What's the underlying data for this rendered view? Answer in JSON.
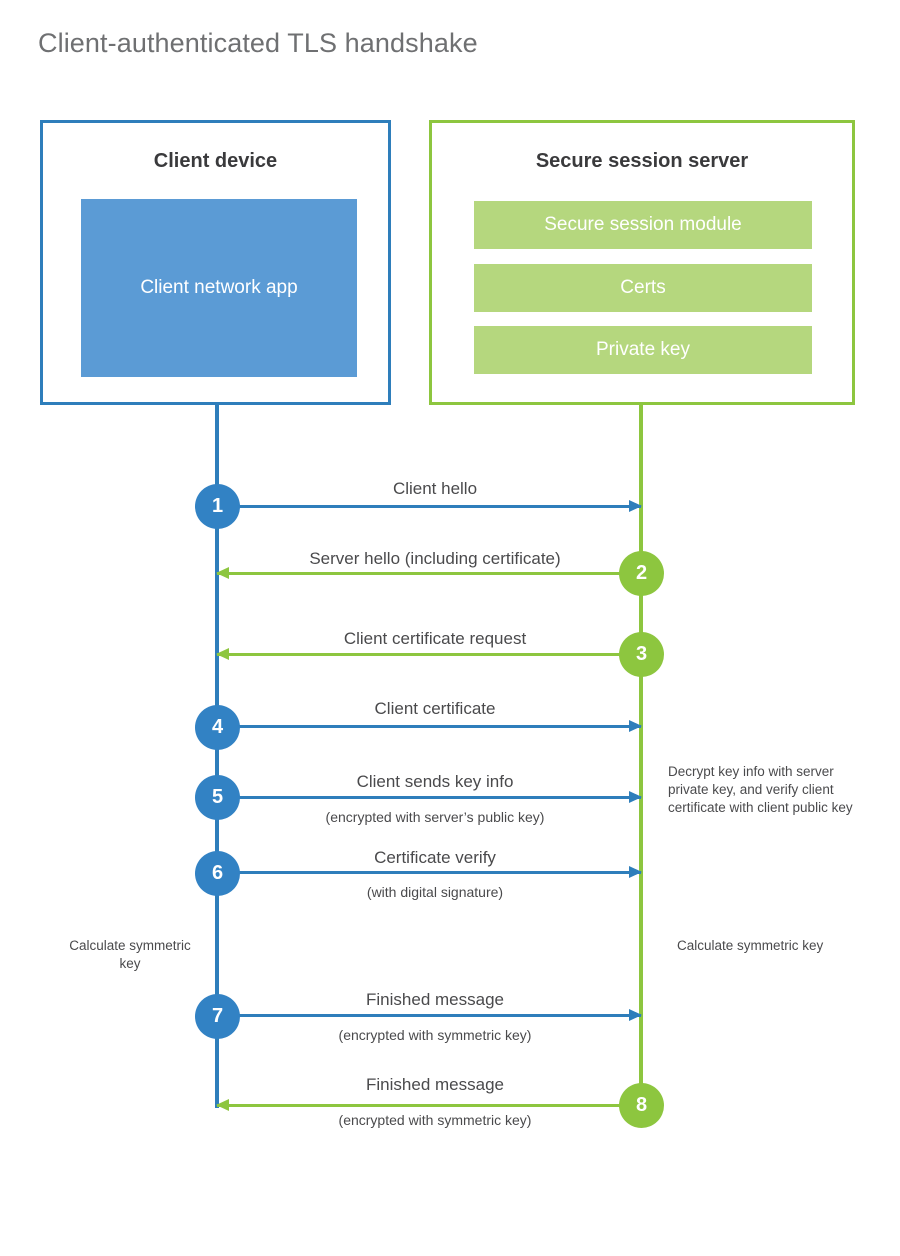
{
  "title": "Client-authenticated TLS handshake",
  "colors": {
    "client_accent": "#2e7ebb",
    "client_badge": "#3282c4",
    "client_inner": "#5b9bd5",
    "server_accent": "#8dc63f",
    "server_inner": "#b5d77e",
    "title_text": "#6f7072",
    "body_text": "#4a4a4c"
  },
  "client": {
    "title": "Client device",
    "blocks": [
      {
        "label": "Client network app"
      }
    ]
  },
  "server": {
    "title": "Secure session server",
    "blocks": [
      {
        "label": "Secure session module"
      },
      {
        "label": "Certs"
      },
      {
        "label": "Private key"
      }
    ]
  },
  "steps": [
    {
      "number": "1",
      "label": "Client hello",
      "sublabel": "",
      "direction": "client-to-server",
      "color": "blue"
    },
    {
      "number": "2",
      "label": "Server hello (including certificate)",
      "sublabel": "",
      "direction": "server-to-client",
      "color": "green"
    },
    {
      "number": "3",
      "label": "Client certificate request",
      "sublabel": "",
      "direction": "server-to-client",
      "color": "green"
    },
    {
      "number": "4",
      "label": "Client certificate",
      "sublabel": "",
      "direction": "client-to-server",
      "color": "blue"
    },
    {
      "number": "5",
      "label": "Client sends key info",
      "sublabel": "(encrypted with server’s public key)",
      "direction": "client-to-server",
      "color": "blue"
    },
    {
      "number": "6",
      "label": "Certificate verify",
      "sublabel": "(with digital signature)",
      "direction": "client-to-server",
      "color": "blue"
    },
    {
      "number": "7",
      "label": "Finished message",
      "sublabel": "(encrypted with symmetric key)",
      "direction": "client-to-server",
      "color": "blue"
    },
    {
      "number": "8",
      "label": "Finished message",
      "sublabel": "(encrypted with symmetric key)",
      "direction": "server-to-client",
      "color": "green"
    }
  ],
  "notes": {
    "server_decrypt": "Decrypt key info with server private key, and verify client certificate with client public key",
    "client_calculate": "Calculate symmetric key",
    "server_calculate": "Calculate symmetric key"
  }
}
